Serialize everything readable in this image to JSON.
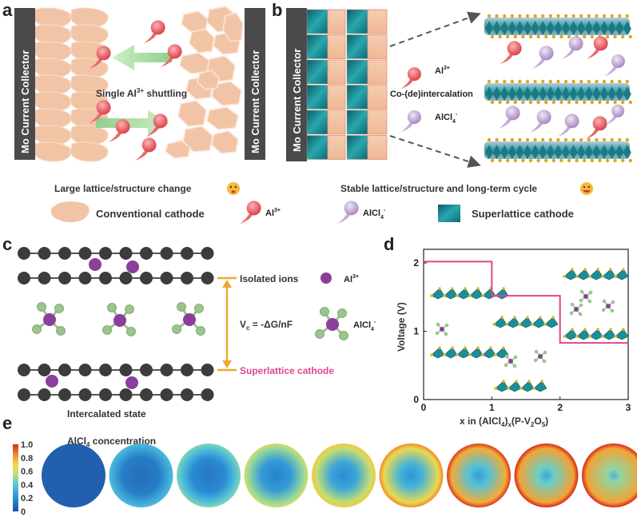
{
  "panels": {
    "a": "a",
    "b": "b",
    "c": "c",
    "d": "d",
    "e": "e"
  },
  "panel_a": {
    "collector_left": "Mo Current Collector",
    "collector_right": "Mo Current Collector",
    "shuttling": "Single Al",
    "shuttling_sup": "3+",
    "shuttling_tail": " shuttling"
  },
  "panel_b": {
    "collector": "Mo Current Collector",
    "ion1": "Al",
    "ion1_sup": "3+",
    "co": "Co-(de)intercalation",
    "ion2": "AlCl",
    "ion2_sub": "4",
    "ion2_sup": "-"
  },
  "captions": {
    "left": "Large lattice/structure change",
    "right": "Stable lattice/structure and long-term cycle"
  },
  "legend": {
    "conventional": "Conventional cathode",
    "al": "Al",
    "al_sup": "3+",
    "alcl": "AlCl",
    "alcl_sub": "4",
    "alcl_sup": "-",
    "superlattice": "Superlattice cathode"
  },
  "panel_c": {
    "isolated": "Isolated ions",
    "al": "Al",
    "al_sup": "3+",
    "voltage": "V",
    "voltage_sub": "c",
    "voltage_eq": " = -ΔG/nF",
    "alcl": "AlCl",
    "alcl_sub": "4",
    "alcl_sup": "-",
    "superlattice": "Superlattice cathode",
    "state": "Intercalated state"
  },
  "panel_e": {
    "title": "AlCl",
    "title_sub": "4",
    "title_tail": " concentration",
    "scale_ticks": [
      "1.0",
      "0.8",
      "0.6",
      "0.4",
      "0.2",
      "0"
    ],
    "disc_levels": [
      0,
      0.12,
      0.2,
      0.3,
      0.38,
      0.46,
      0.55,
      0.65,
      0.75
    ]
  },
  "colors": {
    "collector": "#4a4a4a",
    "conventional": "#f2c4a6",
    "superlattice": "#1d8e96",
    "al_ion": "#e0535a",
    "alcl_ion": "#b89ac8",
    "pink": "#e0458a",
    "axis": "#222",
    "orange": "#f0a830",
    "purple": "#8a3f9a",
    "dark_atom": "#3c3c3c"
  },
  "chart_data": {
    "type": "line",
    "title": "",
    "xlabel": "x in (AlCl4)x(P-V2O5)",
    "ylabel": "Voltage (V)",
    "xlim": [
      0,
      3
    ],
    "ylim": [
      0,
      2.2
    ],
    "xticks": [
      "0",
      "1",
      "2",
      "3"
    ],
    "yticks": [
      "0",
      "1",
      "2"
    ],
    "series": [
      {
        "x": [
          0,
          1,
          1,
          2,
          2,
          3
        ],
        "y": [
          2.02,
          2.02,
          1.52,
          1.52,
          0.83,
          0.83
        ]
      }
    ]
  },
  "chart_text": {
    "xlabel_pre": "x in (AlCl",
    "xlabel_sub1": "4",
    "xlabel_mid": ")",
    "xlabel_sub2": "x",
    "xlabel_post1": "(P-V",
    "xlabel_sub3": "2",
    "xlabel_post2": "O",
    "xlabel_sub4": "5",
    "xlabel_end": ")"
  }
}
